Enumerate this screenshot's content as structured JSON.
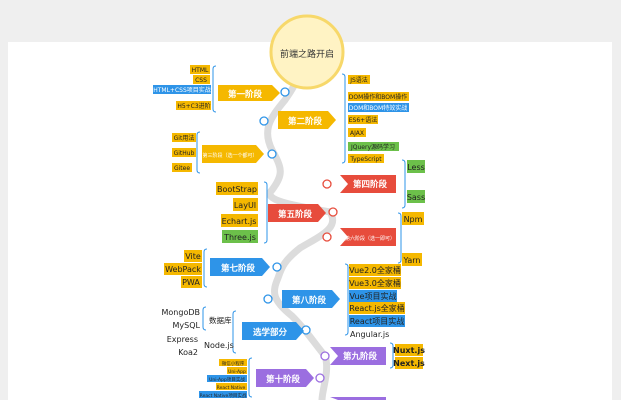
{
  "title": "前端之路开启",
  "colors": {
    "yellow": "#f5b800",
    "orange": "#f1c40f",
    "red": "#e74c3c",
    "blue": "#2e94e8",
    "purple": "#9b6ee0",
    "green": "#6cc04a",
    "path": "#dcdcdc"
  },
  "stages": [
    {
      "key": "s1",
      "label": "第一阶段"
    },
    {
      "key": "s2",
      "label": "第二阶段"
    },
    {
      "key": "s3",
      "label": "第三阶段（选一个都可）"
    },
    {
      "key": "s4",
      "label": "第四阶段"
    },
    {
      "key": "s5",
      "label": "第五阶段"
    },
    {
      "key": "s6",
      "label": "第六阶段（选一即可）"
    },
    {
      "key": "s7",
      "label": "第七阶段"
    },
    {
      "key": "s8",
      "label": "第八阶段"
    },
    {
      "key": "s9",
      "label": "选学部分"
    },
    {
      "key": "s10",
      "label": "第九阶段"
    },
    {
      "key": "s11",
      "label": "第十阶段"
    }
  ],
  "items": {
    "s1": [
      "HTML",
      "CSS",
      "HTML+CSS项目实战",
      "H5+C3进阶"
    ],
    "s2": [
      "JS语法",
      "DOM操作和BOM操作",
      "DOM和BOM特效实战",
      "ES6+语法",
      "AJAX",
      "JQuery源码学习",
      "TypeScript"
    ],
    "s3": [
      "Git用法",
      "GitHub",
      "Gitee"
    ],
    "s4": [
      "Less",
      "Sass"
    ],
    "s5": [
      "BootStrap",
      "LayUI",
      "Echart.js",
      "Three.js"
    ],
    "s6": [
      "Npm",
      "Yarn"
    ],
    "s7": [
      "Vite",
      "WebPack",
      "PWA"
    ],
    "s8": [
      "Vue2.0全家桶",
      "Vue3.0全家桶",
      "Vue项目实战",
      "React.js全家桶",
      "React项目实战",
      "Angular.js"
    ],
    "s9a_label": "数据库",
    "s9a": [
      "MongoDB",
      "MySQL"
    ],
    "s9b": [
      "Express",
      "Koa2",
      "Node.js"
    ],
    "s10": [
      "Nuxt.js",
      "Next.js"
    ],
    "s11": [
      "微信小程序",
      "Uni-App",
      "Uni-App项目实战",
      "React Native",
      "React Native项目实战"
    ]
  }
}
